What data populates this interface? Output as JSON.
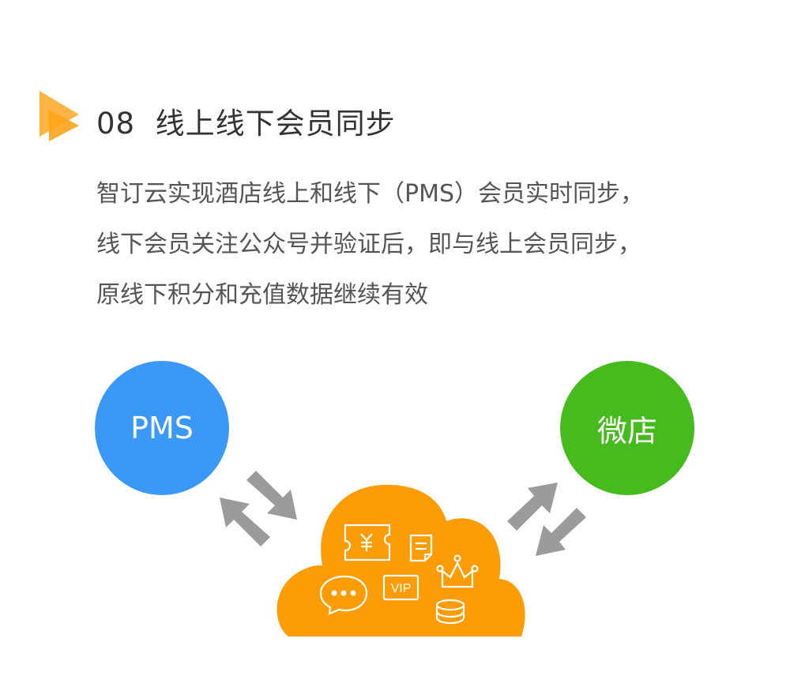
{
  "section": {
    "number": "08",
    "title": "线上线下会员同步"
  },
  "description": [
    "智订云实现酒店线上和线下（PMS）会员实时同步，",
    "线下会员关注公众号并验证后，即与线上会员同步，",
    "原线下积分和充值数据继续有效"
  ],
  "diagram": {
    "left_node": "PMS",
    "right_node": "微店",
    "cloud_icons": [
      "coupon-yen-icon",
      "document-icon",
      "crown-icon",
      "chat-bubble-icon",
      "vip-badge-icon",
      "coins-icon"
    ],
    "cloud_vip_text": "VIP",
    "colors": {
      "pms": "#3a98f7",
      "weidian": "#45bb1d",
      "cloud": "#fd9c04",
      "arrows": "#9b9b9b",
      "accent": "#ffab2e"
    }
  }
}
